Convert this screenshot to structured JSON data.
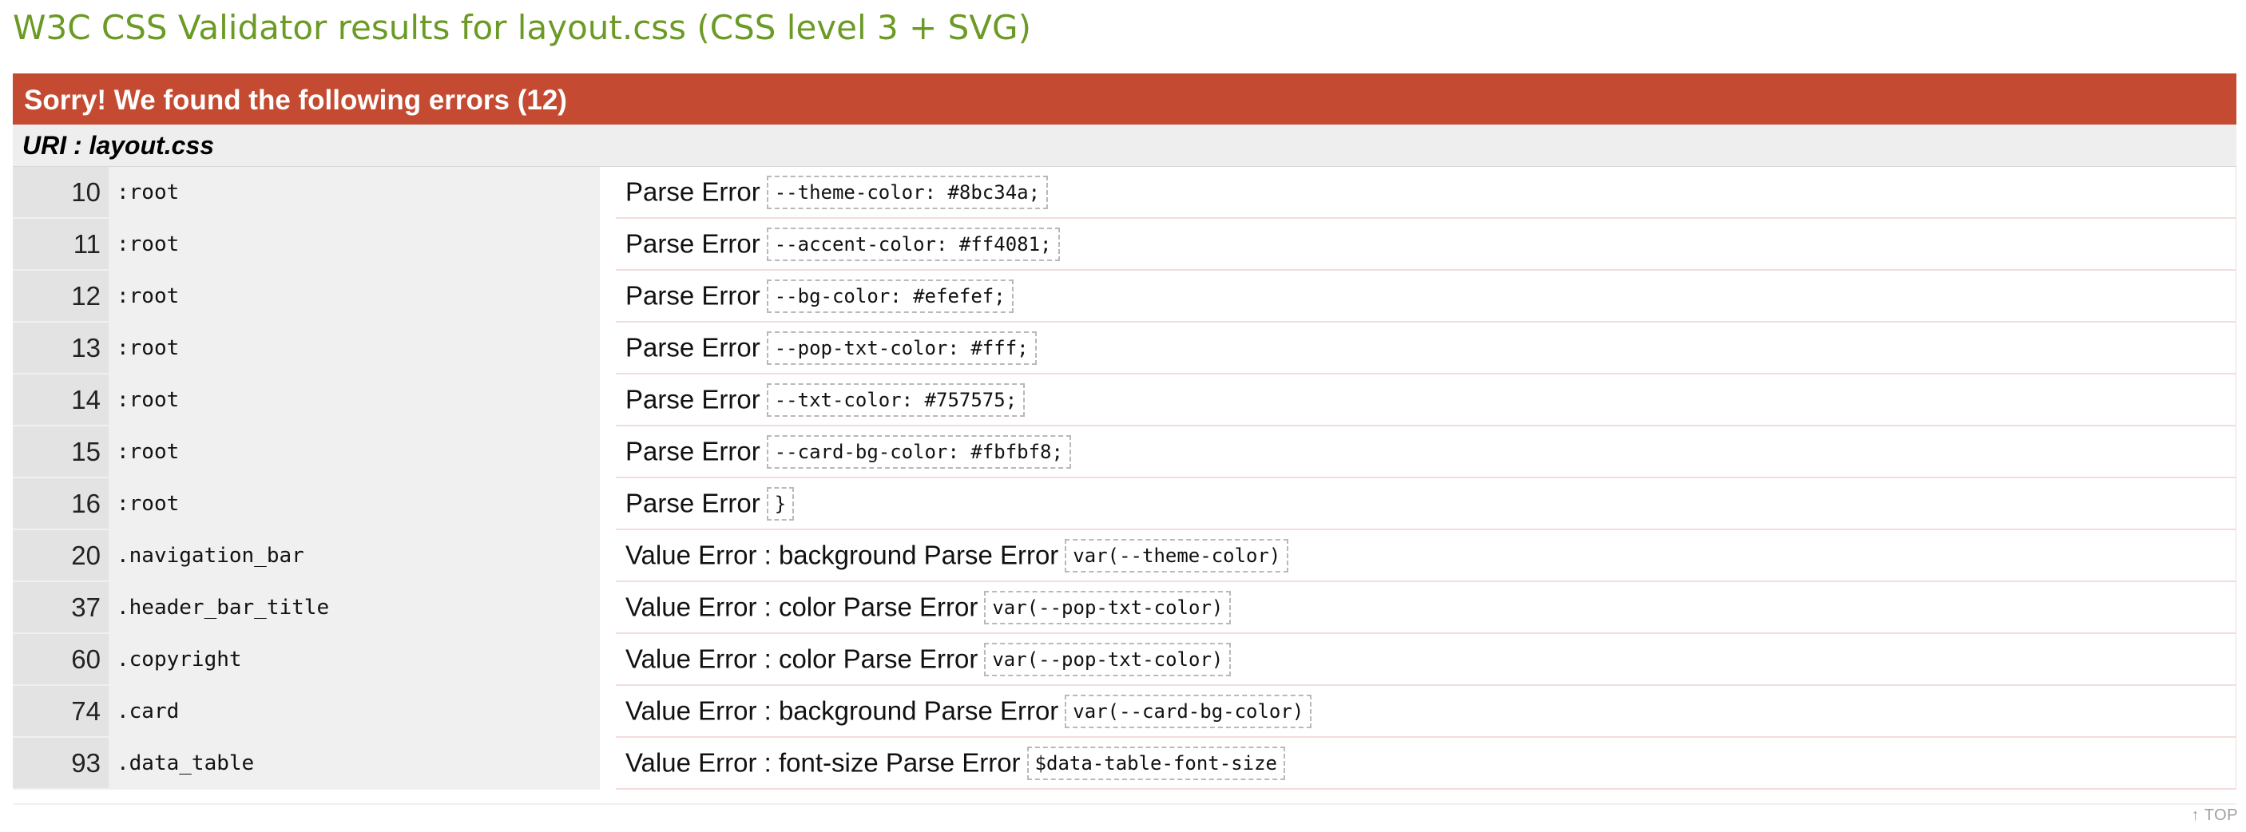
{
  "page": {
    "title": "W3C CSS Validator results for layout.css (CSS level 3 + SVG)",
    "title_color": "#6b9a25"
  },
  "results": {
    "banner": "Sorry! We found the following errors (12)",
    "banner_color": "#c44b31",
    "uri_label": "URI",
    "uri_separator": " : ",
    "uri_value": "layout.css",
    "errors": [
      {
        "line": "10",
        "context": ":root",
        "message": "Parse Error",
        "code": "--theme-color: #8bc34a;"
      },
      {
        "line": "11",
        "context": ":root",
        "message": "Parse Error",
        "code": "--accent-color: #ff4081;"
      },
      {
        "line": "12",
        "context": ":root",
        "message": "Parse Error",
        "code": "--bg-color: #efefef;"
      },
      {
        "line": "13",
        "context": ":root",
        "message": "Parse Error",
        "code": "--pop-txt-color: #fff;"
      },
      {
        "line": "14",
        "context": ":root",
        "message": "Parse Error",
        "code": "--txt-color: #757575;"
      },
      {
        "line": "15",
        "context": ":root",
        "message": "Parse Error",
        "code": "--card-bg-color: #fbfbf8;"
      },
      {
        "line": "16",
        "context": ":root",
        "message": "Parse Error",
        "code": "}"
      },
      {
        "line": "20",
        "context": ".navigation_bar",
        "message": "Value Error : background Parse Error",
        "code": "var(--theme-color)"
      },
      {
        "line": "37",
        "context": ".header_bar_title",
        "message": "Value Error : color Parse Error",
        "code": "var(--pop-txt-color)"
      },
      {
        "line": "60",
        "context": ".copyright",
        "message": "Value Error : color Parse Error",
        "code": "var(--pop-txt-color)"
      },
      {
        "line": "74",
        "context": ".card",
        "message": "Value Error : background Parse Error",
        "code": "var(--card-bg-color)"
      },
      {
        "line": "93",
        "context": ".data_table",
        "message": "Value Error : font-size Parse Error",
        "code": "$data-table-font-size"
      }
    ]
  },
  "footer": {
    "top_link": "↑ TOP",
    "top_icon": "arrow-up-icon"
  }
}
